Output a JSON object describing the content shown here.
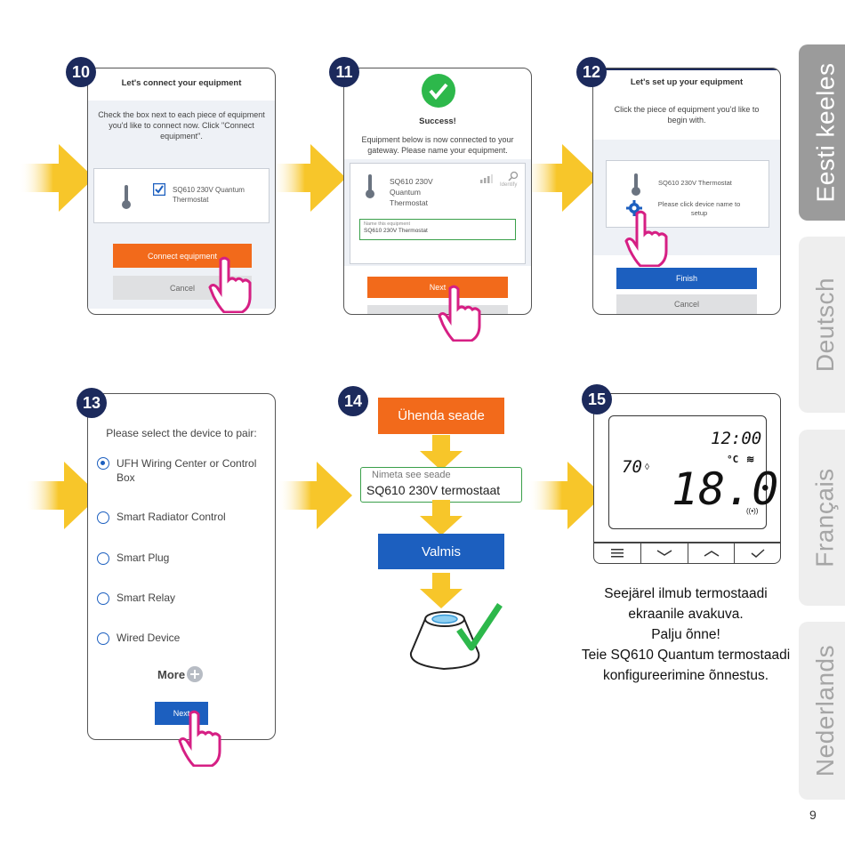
{
  "page_number": "9",
  "tabs": [
    {
      "label": "Eesti keeles",
      "active": true
    },
    {
      "label": "Deutsch",
      "active": false
    },
    {
      "label": "Français",
      "active": false
    },
    {
      "label": "Nederlands",
      "active": false
    }
  ],
  "steps": {
    "s10": {
      "number": "10",
      "title": "Let's connect your equipment",
      "instruction": "Check the box next to each piece of equipment you'd like to connect now. Click \"Connect equipment\".",
      "device_name": "SQ610 230V Quantum Thermostat",
      "connect_label": "Connect equipment",
      "cancel_label": "Cancel"
    },
    "s11": {
      "number": "11",
      "success_label": "Success!",
      "instruction": "Equipment below is now connected to your gateway. Please name your equipment.",
      "device_name": "SQ610 230V Quantum Thermostat",
      "identify_label": "Identify",
      "name_field_label": "Name this equipment",
      "name_field_value": "SQ610 230V Thermostat",
      "next_label": "Next"
    },
    "s12": {
      "number": "12",
      "title": "Let's set up your equipment",
      "instruction": "Click the piece of equipment you'd like to begin with.",
      "device_name": "SQ610 230V Thermostat",
      "setup_hint": "Please click device name to setup",
      "finish_label": "Finish",
      "cancel_label": "Cancel"
    },
    "s13": {
      "number": "13",
      "prompt": "Please select the device to pair:",
      "options": [
        {
          "label": "UFH Wiring Center or Control Box",
          "selected": true
        },
        {
          "label": "Smart Radiator Control",
          "selected": false
        },
        {
          "label": "Smart Plug",
          "selected": false
        },
        {
          "label": "Smart Relay",
          "selected": false
        },
        {
          "label": "Wired Device",
          "selected": false
        }
      ],
      "more_label": "More",
      "next_label": "Next"
    },
    "s14": {
      "number": "14",
      "connect_label": "Ühenda seade",
      "name_label": "Nimeta see seade",
      "name_value": "SQ610 230V termostaat",
      "done_label": "Valmis"
    },
    "s15": {
      "number": "15",
      "lcd_time": "12:00",
      "lcd_humidity": "70",
      "lcd_temp": "18.0",
      "lcd_unit": "°C",
      "caption_lines": [
        "Seejärel ilmub termostaadi",
        "ekraanile avakuva.",
        "Palju õnne!",
        "Teie SQ610 Quantum termostaadi",
        "konfigureerimine õnnestus."
      ]
    }
  },
  "colors": {
    "badge": "#1c2a5c",
    "orange": "#f26a1b",
    "blue": "#1c5fbf",
    "green": "#2db84b",
    "hand": "#d61f84",
    "arrow": "#f7c62a"
  }
}
